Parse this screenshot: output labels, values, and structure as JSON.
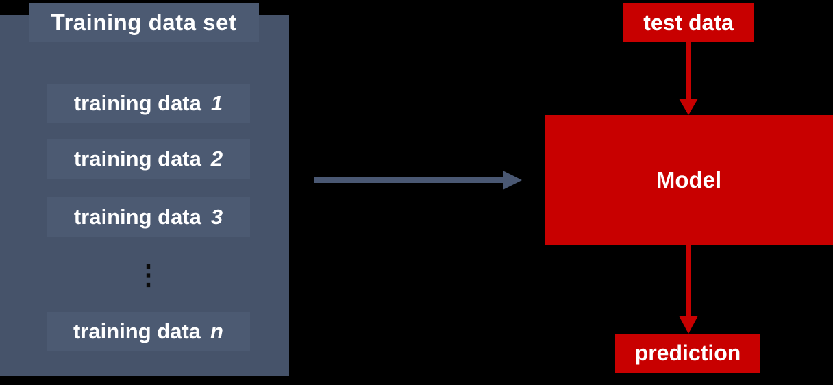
{
  "colors": {
    "background": "#000000",
    "panel": "#46536A",
    "panel_item": "#4C5A72",
    "arrow_slate": "#4A5873",
    "red": "#C80000",
    "text": "#FFFFFF",
    "ellipsis_dots": "#0B0B0B"
  },
  "training_panel": {
    "title": "Training data set",
    "items": [
      {
        "label": "training data",
        "index": "1"
      },
      {
        "label": "training data",
        "index": "2"
      },
      {
        "label": "training data",
        "index": "3"
      },
      {
        "label": "training data",
        "index": "n"
      }
    ],
    "ellipsis": "⋮"
  },
  "flow": {
    "test_data_label": "test data",
    "model_label": "Model",
    "prediction_label": "prediction"
  }
}
